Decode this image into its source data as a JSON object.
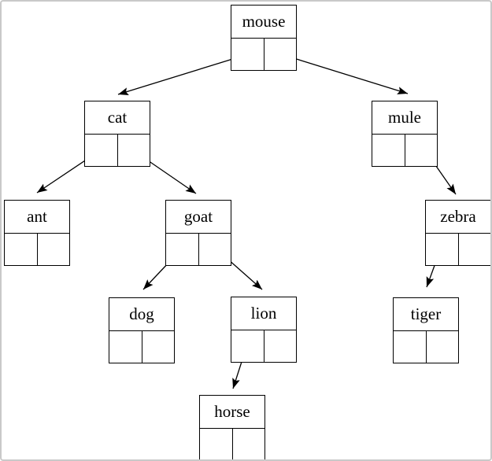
{
  "diagram": {
    "type": "binary-tree",
    "root": "mouse",
    "nodes": [
      {
        "id": "mouse",
        "label": "mouse",
        "left_child": "cat",
        "right_child": "mule"
      },
      {
        "id": "cat",
        "label": "cat",
        "left_child": "ant",
        "right_child": "goat"
      },
      {
        "id": "mule",
        "label": "mule",
        "left_child": null,
        "right_child": "zebra"
      },
      {
        "id": "ant",
        "label": "ant",
        "left_child": null,
        "right_child": null
      },
      {
        "id": "goat",
        "label": "goat",
        "left_child": "dog",
        "right_child": "lion"
      },
      {
        "id": "zebra",
        "label": "zebra",
        "left_child": "tiger",
        "right_child": null
      },
      {
        "id": "dog",
        "label": "dog",
        "left_child": null,
        "right_child": null
      },
      {
        "id": "lion",
        "label": "lion",
        "left_child": "horse",
        "right_child": null
      },
      {
        "id": "tiger",
        "label": "tiger",
        "left_child": null,
        "right_child": null
      },
      {
        "id": "horse",
        "label": "horse",
        "left_child": null,
        "right_child": null
      }
    ],
    "edges": [
      {
        "from": "mouse",
        "pointer": "left",
        "to": "cat"
      },
      {
        "from": "mouse",
        "pointer": "right",
        "to": "mule"
      },
      {
        "from": "cat",
        "pointer": "left",
        "to": "ant"
      },
      {
        "from": "cat",
        "pointer": "right",
        "to": "goat"
      },
      {
        "from": "goat",
        "pointer": "left",
        "to": "dog"
      },
      {
        "from": "goat",
        "pointer": "right",
        "to": "lion"
      },
      {
        "from": "mule",
        "pointer": "right",
        "to": "zebra"
      },
      {
        "from": "zebra",
        "pointer": "left",
        "to": "tiger"
      },
      {
        "from": "lion",
        "pointer": "left",
        "to": "horse"
      }
    ],
    "colors": {
      "line": "#000000",
      "node_background": "#ffffff",
      "frame_border": "#c9c9c9"
    }
  }
}
